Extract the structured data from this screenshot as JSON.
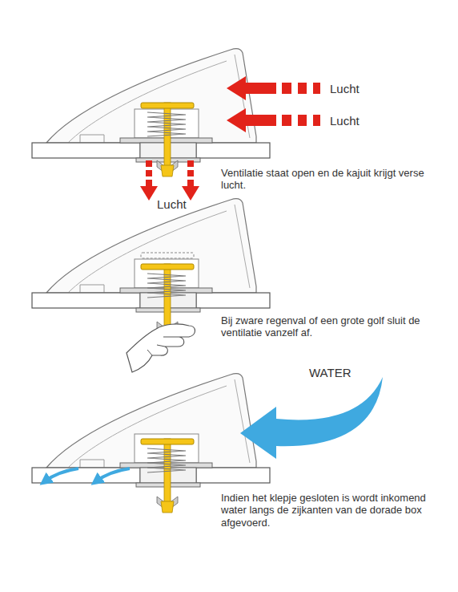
{
  "diagram": {
    "labels": [
      "Lucht",
      "Lucht",
      "Lucht",
      "Ventilatie staat open en de kajuit krijgt verse lucht.",
      "Bij zware regenval of een grote golf sluit de ventilatie vanzelf af.",
      "WATER",
      "Indien het klepje gesloten is wordt inkomend water langs de zijkanten van de dorade box afgevoerd."
    ]
  }
}
